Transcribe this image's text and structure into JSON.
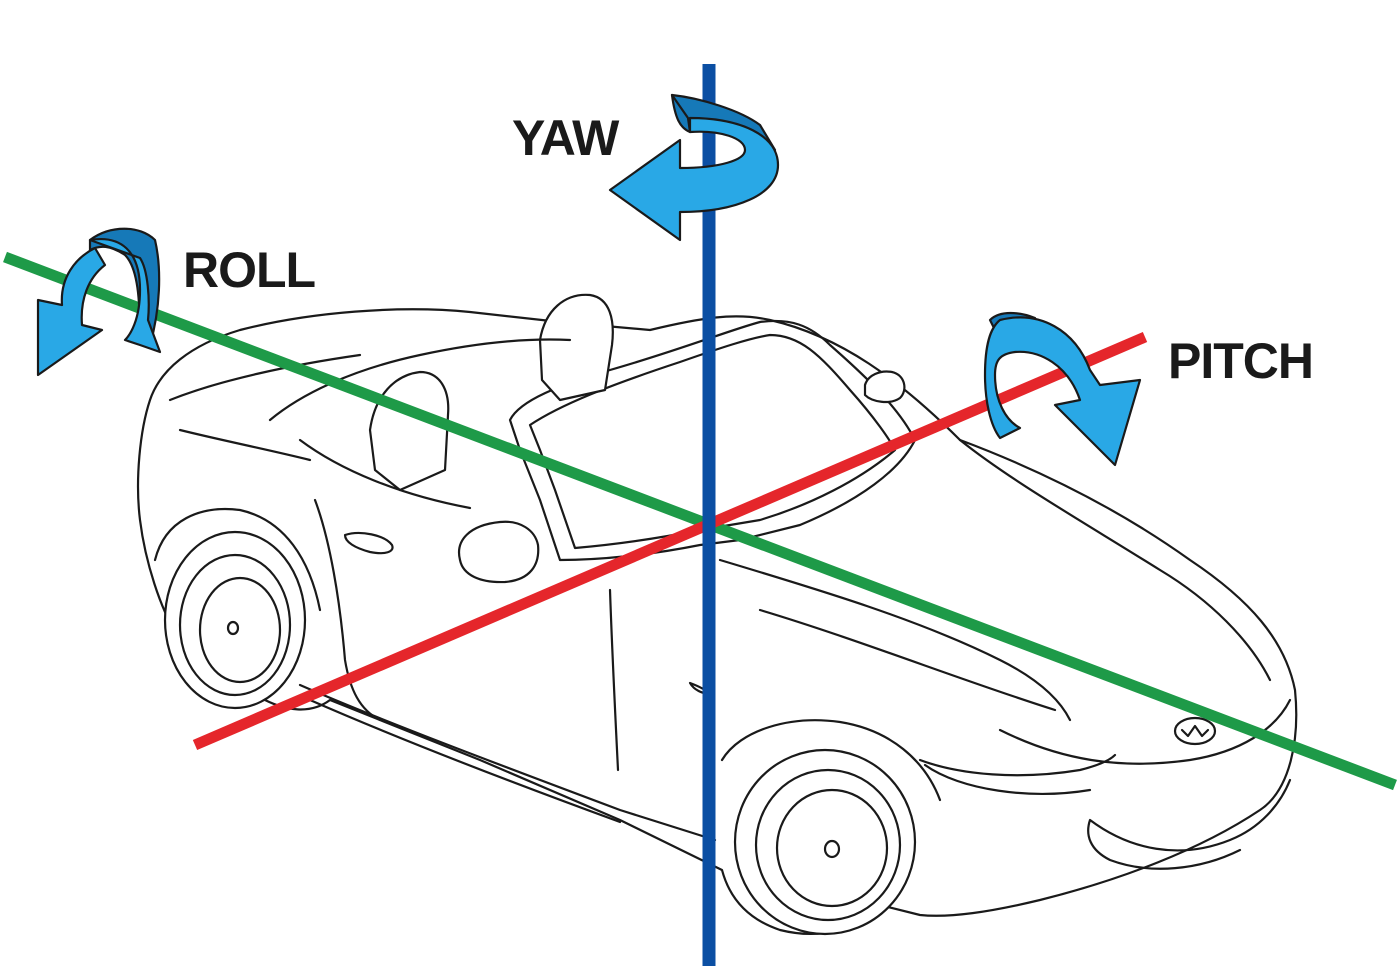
{
  "labels": {
    "yaw": "YAW",
    "roll": "ROLL",
    "pitch": "PITCH"
  },
  "colors": {
    "yaw_axis": "#0b4fa3",
    "roll_axis": "#1e9a48",
    "pitch_axis": "#e5262b",
    "rotation_arrow": "#29a8e6",
    "rotation_arrow_dark": "#1679b8",
    "car_outline": "#1a1a1a"
  },
  "icons": {
    "yaw_rotation": "counter-clockwise-arrow-icon",
    "roll_rotation": "curved-rotation-arrow-icon",
    "pitch_rotation": "curved-rotation-arrow-icon",
    "vehicle": "convertible-car-icon"
  }
}
